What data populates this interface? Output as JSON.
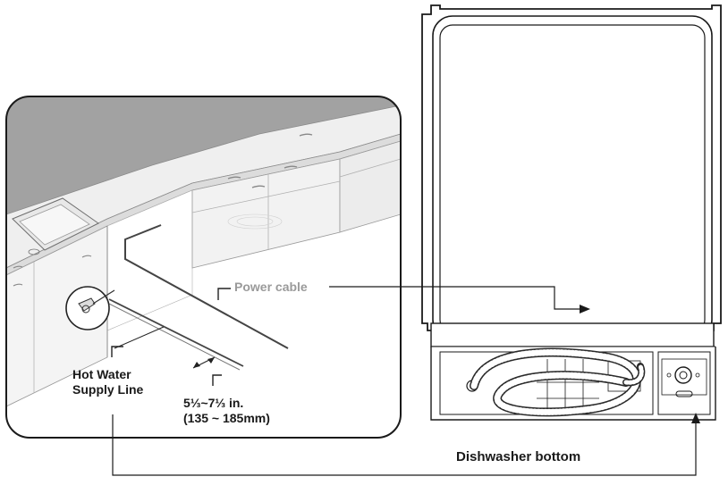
{
  "labels": {
    "power_cable": "Power cable",
    "hot_water_line1": "Hot Water",
    "hot_water_line2": "Supply Line",
    "dimension_line1": "5⅓~7⅓ in.",
    "dimension_line2": "(135 ~ 185mm)",
    "dishwasher_bottom": "Dishwasher bottom"
  },
  "colors": {
    "line": "#1a1a1a",
    "countertop": "#9c9c9c",
    "cabinet": "#f2f2f2",
    "power_label": "#9a9a9a"
  }
}
